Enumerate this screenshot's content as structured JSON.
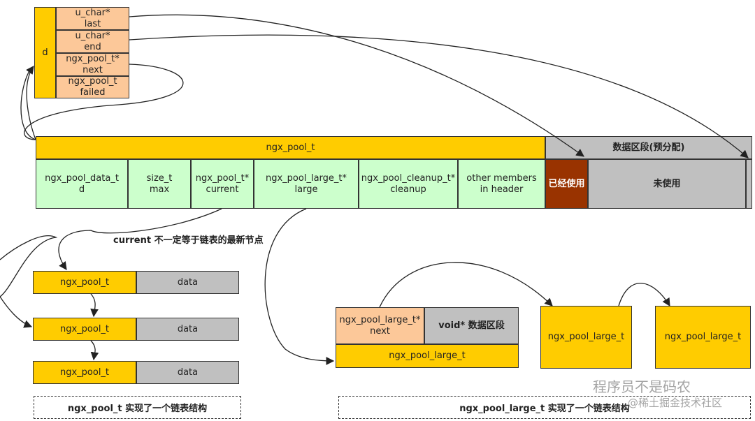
{
  "pool_struct_top": {
    "d_label": "d",
    "fields": [
      "u_char*\nlast",
      "u_char*\nend",
      "ngx_pool_t*\nnext",
      "ngx_pool_t\nfailed"
    ]
  },
  "main_bar": {
    "header_label": "ngx_pool_t",
    "data_region_label": "数据区段(预分配)",
    "cells": [
      "ngx_pool_data_t\nd",
      "size_t\nmax",
      "ngx_pool_t*\ncurrent",
      "ngx_pool_large_t*\nlarge",
      "ngx_pool_cleanup_t*\ncleanup",
      "other members\nin header"
    ],
    "used_label": "已经使用",
    "unused_label": "未使用"
  },
  "current_note": "current 不一定等于链表的最新节点",
  "pool_chain": {
    "nodes": [
      {
        "name": "ngx_pool_t",
        "data": "data"
      },
      {
        "name": "ngx_pool_t",
        "data": "data"
      },
      {
        "name": "ngx_pool_t",
        "data": "data"
      }
    ],
    "caption": "ngx_pool_t 实现了一个链表结构"
  },
  "large_chain": {
    "first_next": "ngx_pool_large_t*\nnext",
    "first_data": "void* 数据区段",
    "first_name": "ngx_pool_large_t",
    "node2": "ngx_pool_large_t",
    "node3": "ngx_pool_large_t",
    "caption": "ngx_pool_large_t 实现了一个链表结构"
  },
  "watermark": {
    "line1": "程序员不是码农",
    "line2": "@稀土掘金技术社区"
  }
}
